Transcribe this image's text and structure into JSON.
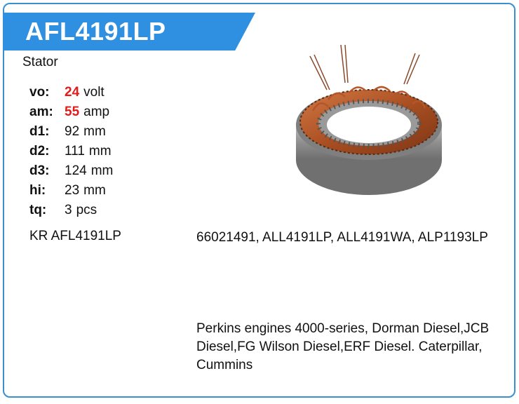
{
  "header": {
    "title": "AFL4191LP"
  },
  "product": {
    "type": "Stator"
  },
  "specs": [
    {
      "key": "vo:",
      "value": "24",
      "unit": "volt",
      "highlight": true
    },
    {
      "key": "am:",
      "value": "55",
      "unit": "amp",
      "highlight": true
    },
    {
      "key": "d1:",
      "value": "92",
      "unit": "mm",
      "highlight": false
    },
    {
      "key": "d2:",
      "value": "111",
      "unit": "mm",
      "highlight": false
    },
    {
      "key": "d3:",
      "value": "124",
      "unit": "mm",
      "highlight": false
    },
    {
      "key": "hi:",
      "value": "23",
      "unit": "mm",
      "highlight": false
    },
    {
      "key": "tq:",
      "value": "3",
      "unit": "pcs",
      "highlight": false
    }
  ],
  "part_number": "KR AFL4191LP",
  "cross_references": "66021491, ALL4191LP, ALL4191WA, ALP1193LP",
  "applications": "Perkins engines 4000-series, Dorman Diesel,JCB Diesel,FG Wilson Diesel,ERF Diesel. Caterpillar, Cummins",
  "colors": {
    "accent": "#2f8fe0",
    "border": "#3a8fd0",
    "highlight": "#e31b1b",
    "copper": "#b5562a",
    "steel": "#8a8a8a"
  },
  "image": {
    "icon": "stator-image"
  }
}
